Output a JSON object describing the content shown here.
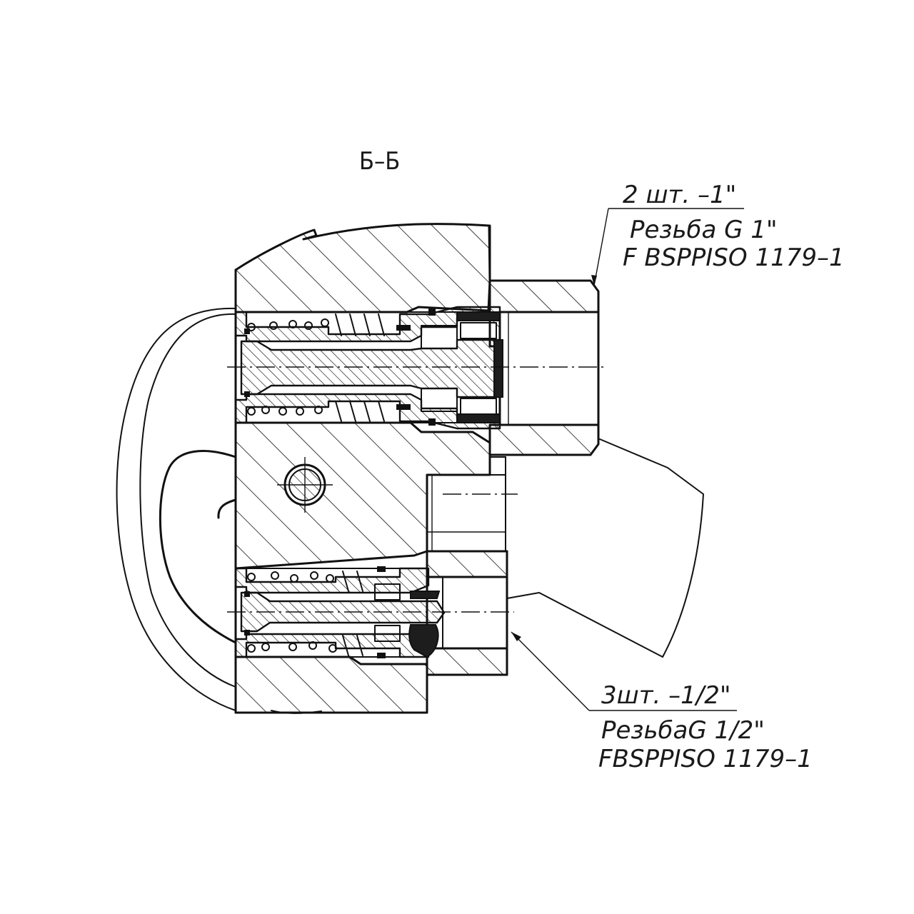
{
  "section_label": "Б–Б",
  "callout_top": {
    "quantity": "2 шт. –1\"",
    "thread": "Резьба G 1\"",
    "standard": "F BSPPISO 1179–1"
  },
  "callout_bottom": {
    "quantity": "3шт. –1/2\"",
    "thread": "РезьбаG 1/2\"",
    "standard": "FBSPPISO 1179–1"
  },
  "colors": {
    "line": "#111111",
    "fill_dark": "#1d1d1d",
    "background": "#ffffff"
  }
}
